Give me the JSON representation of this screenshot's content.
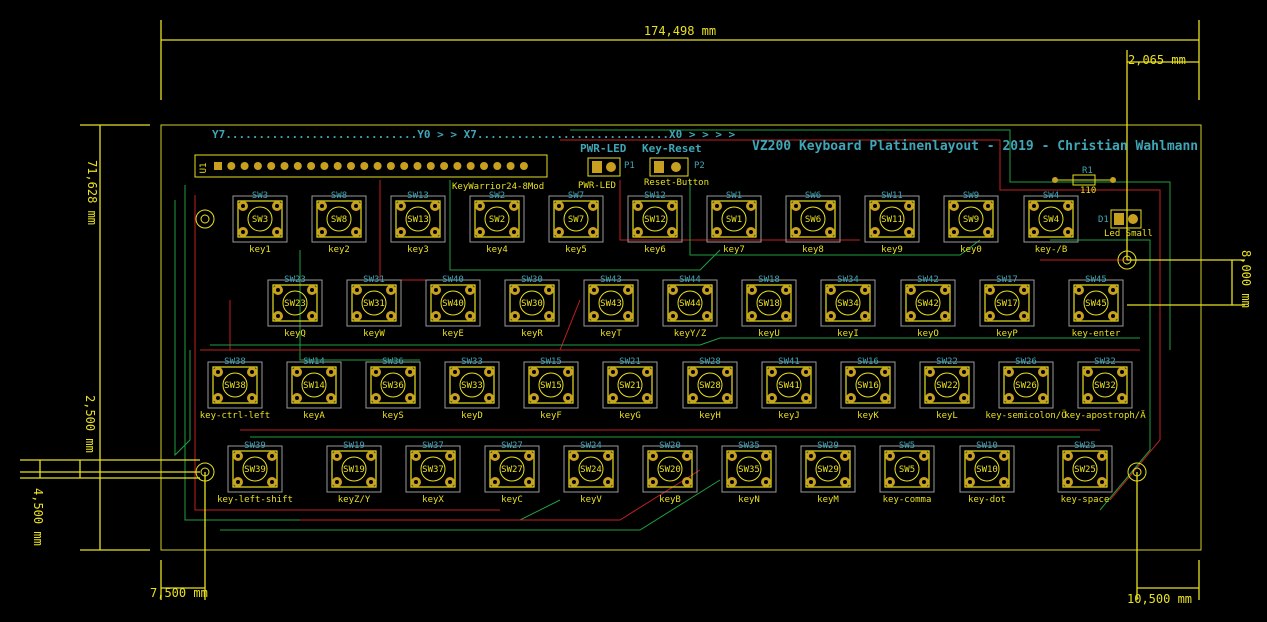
{
  "board": {
    "title": "VZ200 Keyboard Platinenlayout - 2019 - Christian Wahlmann",
    "header_row_label": "Y7.............................Y0 > >   X7.............................X0 > > > >",
    "connector_ref": "U1",
    "connector_value": "KeyWarrior24-8Mod",
    "pwr_led_title": "PWR-LED",
    "pwr_led_ref": "P1",
    "pwr_led_value": "PWR-LED",
    "reset_title": "Key-Reset",
    "reset_ref": "P2",
    "reset_value": "Reset-Button",
    "resistor_ref": "R1",
    "resistor_value": "110",
    "led_ref": "D1",
    "led_value": "Led Small"
  },
  "dimensions": {
    "width": "174,498 mm",
    "height": "71,628 mm",
    "right_offset": "2,065 mm",
    "right_hole": "8,000 mm",
    "left_a": "2,500 mm",
    "left_b": "4,500 mm",
    "bottom_left": "7,500 mm",
    "bottom_right": "10,500 mm"
  },
  "keys": {
    "row1": [
      {
        "ref": "SW3",
        "name": "key1"
      },
      {
        "ref": "SW8",
        "name": "key2"
      },
      {
        "ref": "SW13",
        "name": "key3"
      },
      {
        "ref": "SW2",
        "name": "key4"
      },
      {
        "ref": "SW7",
        "name": "key5"
      },
      {
        "ref": "SW12",
        "name": "key6"
      },
      {
        "ref": "SW1",
        "name": "key7"
      },
      {
        "ref": "SW6",
        "name": "key8"
      },
      {
        "ref": "SW11",
        "name": "key9"
      },
      {
        "ref": "SW9",
        "name": "key0"
      },
      {
        "ref": "SW4",
        "name": "key-/B"
      }
    ],
    "row2": [
      {
        "ref": "SW23",
        "name": "keyQ"
      },
      {
        "ref": "SW31",
        "name": "keyW"
      },
      {
        "ref": "SW40",
        "name": "keyE"
      },
      {
        "ref": "SW30",
        "name": "keyR"
      },
      {
        "ref": "SW43",
        "name": "keyT"
      },
      {
        "ref": "SW44",
        "name": "keyY/Z"
      },
      {
        "ref": "SW18",
        "name": "keyU"
      },
      {
        "ref": "SW34",
        "name": "keyI"
      },
      {
        "ref": "SW42",
        "name": "keyO"
      },
      {
        "ref": "SW17",
        "name": "keyP"
      },
      {
        "ref": "SW45",
        "name": "key-enter"
      }
    ],
    "row3": [
      {
        "ref": "SW38",
        "name": "key-ctrl-left"
      },
      {
        "ref": "SW14",
        "name": "keyA"
      },
      {
        "ref": "SW36",
        "name": "keyS"
      },
      {
        "ref": "SW33",
        "name": "keyD"
      },
      {
        "ref": "SW15",
        "name": "keyF"
      },
      {
        "ref": "SW21",
        "name": "keyG"
      },
      {
        "ref": "SW28",
        "name": "keyH"
      },
      {
        "ref": "SW41",
        "name": "keyJ"
      },
      {
        "ref": "SW16",
        "name": "keyK"
      },
      {
        "ref": "SW22",
        "name": "keyL"
      },
      {
        "ref": "SW26",
        "name": "key-semicolon/Ö"
      },
      {
        "ref": "SW32",
        "name": "key-apostroph/Ä"
      }
    ],
    "row4": [
      {
        "ref": "SW39",
        "name": "key-left-shift"
      },
      {
        "ref": "SW19",
        "name": "keyZ/Y"
      },
      {
        "ref": "SW37",
        "name": "keyX"
      },
      {
        "ref": "SW27",
        "name": "keyC"
      },
      {
        "ref": "SW24",
        "name": "keyV"
      },
      {
        "ref": "SW20",
        "name": "keyB"
      },
      {
        "ref": "SW35",
        "name": "keyN"
      },
      {
        "ref": "SW29",
        "name": "keyM"
      },
      {
        "ref": "SW5",
        "name": "key-comma"
      },
      {
        "ref": "SW10",
        "name": "key-dot"
      },
      {
        "ref": "SW25",
        "name": "key-space"
      }
    ]
  },
  "colors": {
    "background": "#000000",
    "silkscreen": "#e8e020",
    "reference": "#3fa6b8",
    "copper_front": "#c02020",
    "copper_back": "#20a040"
  }
}
